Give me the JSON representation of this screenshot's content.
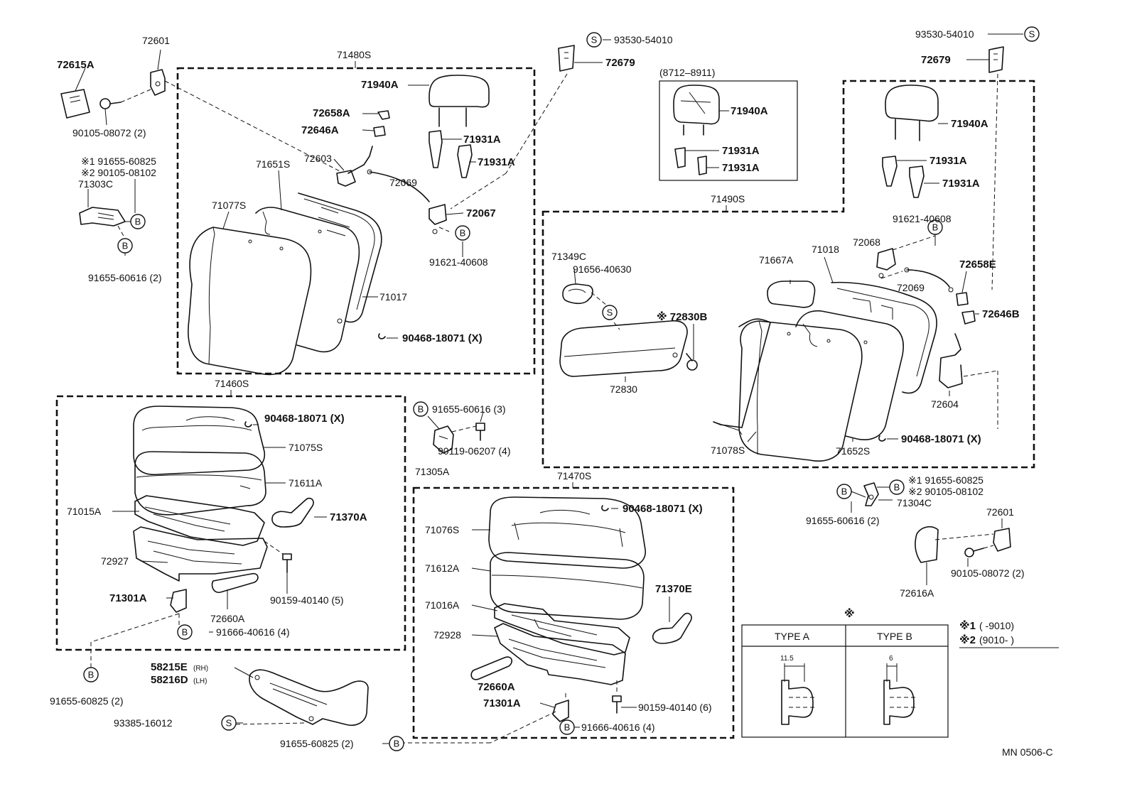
{
  "diagram_code": "MN 0506-C",
  "legend": {
    "symbol": "※",
    "type_a_label": "TYPE A",
    "type_b_label": "TYPE B",
    "type_a_dim": "11.5",
    "type_b_dim": "6",
    "note1_mark": "※1",
    "note1_range": "(        -9010)",
    "note2_mark": "※2",
    "note2_range": "(9010-       )"
  },
  "markers": {
    "S": "S",
    "B": "B"
  },
  "groups": {
    "g71480S": "71480S",
    "g71490S": "71490S",
    "g71460S": "71460S",
    "g71470S": "71470S",
    "headrest_range": "(8712–8911)"
  },
  "labels": {
    "l72601a": "72601",
    "l72615A": "72615A",
    "l90105_08072a": "90105-08072 (2)",
    "l_note1a": "※1 91655-60825",
    "l_note2a": "※2 90105-08102",
    "l71303C": "71303C",
    "l91655_60616a": "91655-60616 (2)",
    "l71940A_1": "71940A",
    "l72658A": "72658A",
    "l72646A": "72646A",
    "l71931A_1": "71931A",
    "l71931A_2": "71931A",
    "l72603": "72603",
    "l71651S": "71651S",
    "l71077S": "71077S",
    "l72069a": "72069",
    "l72067": "72067",
    "l91621_40608a": "91621-40608",
    "l71017": "71017",
    "l90468_a": "90468-18071 (X)",
    "l93530_a": "93530-54010",
    "l72679a": "72679",
    "l71940A_2": "71940A",
    "l71931A_3": "71931A",
    "l71931A_4": "71931A",
    "l93530_b": "93530-54010",
    "l72679b": "72679",
    "l71940A_3": "71940A",
    "l71931A_5": "71931A",
    "l71931A_6": "71931A",
    "l91621_40608b": "91621-40608",
    "l72068": "72068",
    "l72069b": "72069",
    "l72658E": "72658E",
    "l72646B": "72646B",
    "l72604": "72604",
    "l71667A": "71667A",
    "l71018": "71018",
    "l71349C": "71349C",
    "l91656_40630": "91656-40630",
    "l72830B": "※ 72830B",
    "l72830": "72830",
    "l71078S": "71078S",
    "l71652S": "71652S",
    "l90468_b": "90468-18071 (X)",
    "l_note1b": "※1 91655-60825",
    "l_note2b": "※2 90105-08102",
    "l71304C": "71304C",
    "l91655_60616b": "91655-60616 (2)",
    "l72601b": "72601",
    "l72616A": "72616A",
    "l90105_08072b": "90105-08072 (2)",
    "l90468_c": "90468-18071 (X)",
    "l71075S": "71075S",
    "l71611A": "71611A",
    "l71015A": "71015A",
    "l71370A": "71370A",
    "l72927": "72927",
    "l90159_5": "90159-40140 (5)",
    "l71301A_a": "71301A",
    "l72660A_a": "72660A",
    "l91666_a": "91666-40616 (4)",
    "l91655_60825a": "91655-60825 (2)",
    "l58215E": "58215E",
    "l58215E_rh": "(RH)",
    "l58216D": "58216D",
    "l58216D_lh": "(LH)",
    "l93385": "93385-16012",
    "l91655_60825b": "91655-60825 (2)",
    "l91655_60616c": "91655-60616 (3)",
    "l90119": "90119-06207 (4)",
    "l71305A": "71305A",
    "l90468_d": "90468-18071 (X)",
    "l71076S": "71076S",
    "l71612A": "71612A",
    "l71016A": "71016A",
    "l71370E": "71370E",
    "l72928": "72928",
    "l72660A_b": "72660A",
    "l71301A_b": "71301A",
    "l90159_6": "90159-40140 (6)",
    "l91666_b": "91666-40616 (4)"
  }
}
